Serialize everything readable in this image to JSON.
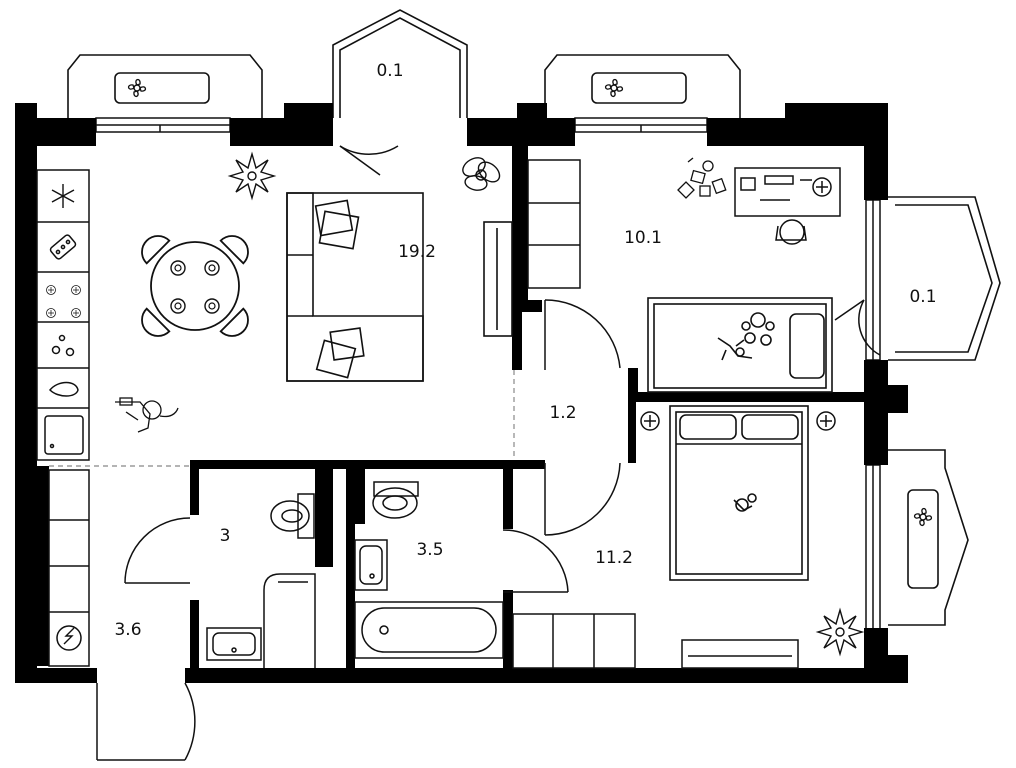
{
  "plan": {
    "colors": {
      "wall": "#000000",
      "line": "#111111",
      "background": "#ffffff",
      "dashed": "#888888"
    },
    "rooms": [
      {
        "id": "living-kitchen",
        "area": "19.2"
      },
      {
        "id": "bedroom-kids",
        "area": "10.1"
      },
      {
        "id": "hall",
        "area": "1.2"
      },
      {
        "id": "bedroom-main",
        "area": "11.2"
      },
      {
        "id": "toilet",
        "area": "3"
      },
      {
        "id": "bathroom",
        "area": "3.5"
      },
      {
        "id": "entrance",
        "area": "3.6"
      },
      {
        "id": "bay-top",
        "area": "0.1"
      },
      {
        "id": "balcony-right",
        "area": "0.1"
      }
    ]
  }
}
